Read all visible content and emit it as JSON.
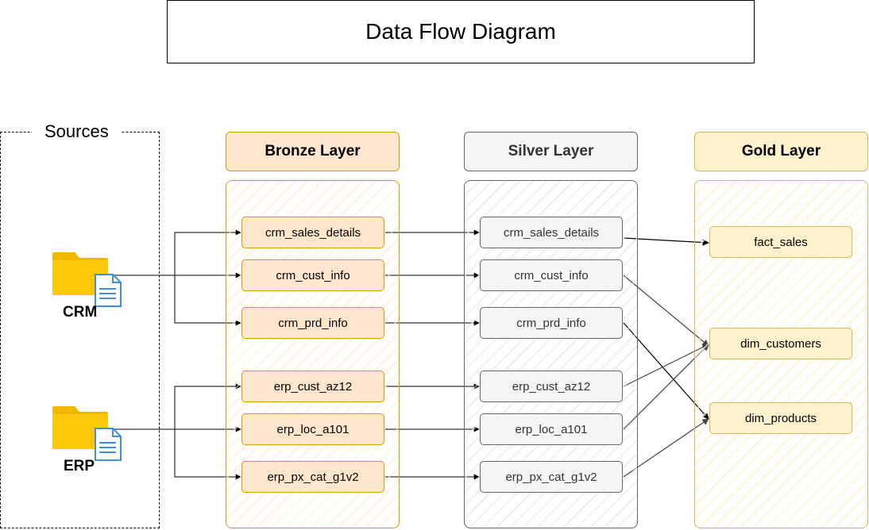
{
  "title": "Data Flow Diagram",
  "sources": {
    "label": "Sources",
    "crm": {
      "label": "CRM",
      "icon": "folder-document-icon"
    },
    "erp": {
      "label": "ERP",
      "icon": "folder-document-icon"
    }
  },
  "layers": {
    "bronze": {
      "title": "Bronze Layer",
      "fill": "#ffe6cc",
      "stroke": "#d79b00",
      "tables": [
        "crm_sales_details",
        "crm_cust_info",
        "crm_prd_info",
        "erp_cust_az12",
        "erp_loc_a101",
        "erp_px_cat_g1v2"
      ]
    },
    "silver": {
      "title": "Silver Layer",
      "fill": "#f5f5f5",
      "stroke": "#666666",
      "tables": [
        "crm_sales_details",
        "crm_cust_info",
        "crm_prd_info",
        "erp_cust_az12",
        "erp_loc_a101",
        "erp_px_cat_g1v2"
      ]
    },
    "gold": {
      "title": "Gold Layer",
      "fill": "#fff2cc",
      "stroke": "#d6b656",
      "tables": [
        "fact_sales",
        "dim_customers",
        "dim_products"
      ]
    }
  }
}
